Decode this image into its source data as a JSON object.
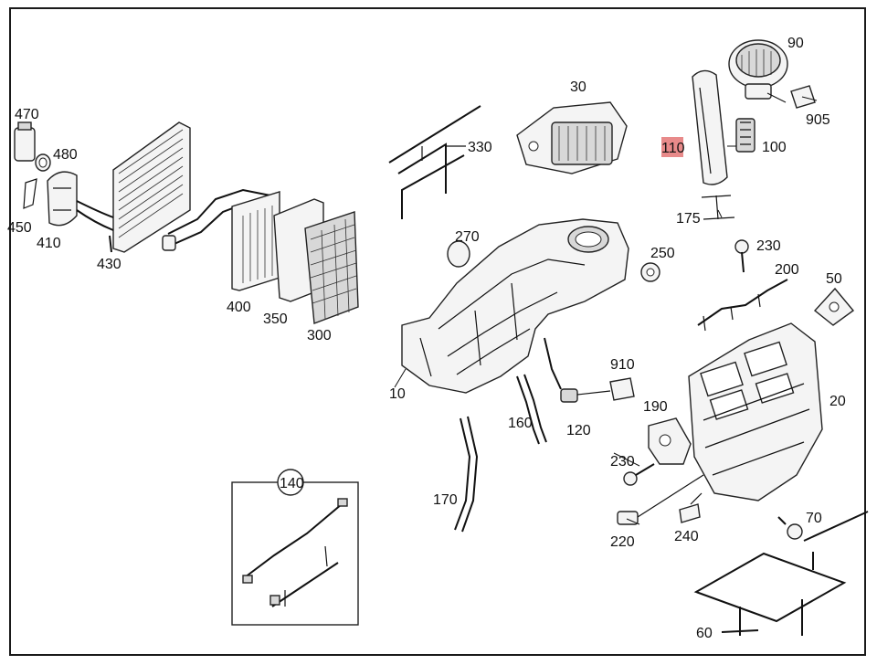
{
  "labels": {
    "p470": "470",
    "p480": "480",
    "p450": "450",
    "p410": "410",
    "p430": "430",
    "p400": "400",
    "p350": "350",
    "p300": "300",
    "p330": "330",
    "p30": "30",
    "p110": "110",
    "p90": "90",
    "p905": "905",
    "p100": "100",
    "p175": "175",
    "p270": "270",
    "p250": "250",
    "p230a": "230",
    "p200": "200",
    "p50": "50",
    "p10": "10",
    "p910": "910",
    "p160": "160",
    "p120": "120",
    "p190": "190",
    "p20": "20",
    "p230b": "230",
    "p170": "170",
    "p140": "140",
    "p220": "220",
    "p240": "240",
    "p70": "70",
    "p60": "60"
  },
  "highlight": {
    "part": "110",
    "color": "#e88a8a"
  }
}
